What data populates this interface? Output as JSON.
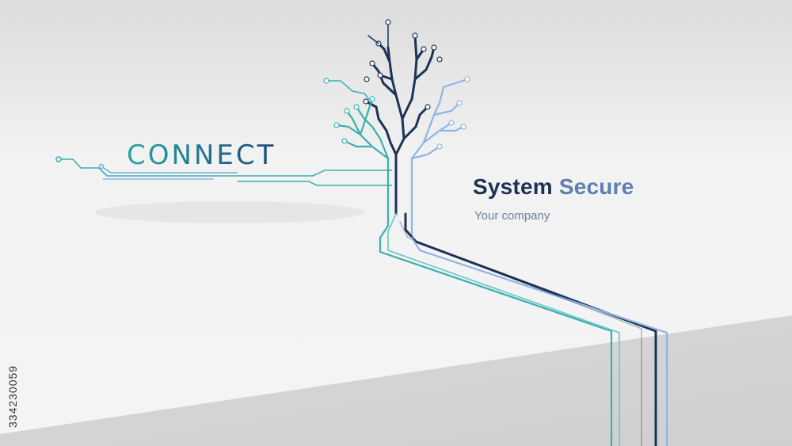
{
  "texts": {
    "connect": "CONNECT",
    "title_part1": "System",
    "title_part2": "Secure",
    "subtitle": "Your company",
    "watermark_id": "334230059"
  },
  "colors": {
    "background_top": "#e4e4e4",
    "background_wall": "#f2f2f2",
    "floor": "#d4d4d4",
    "navy": "#1c3256",
    "teal": "#3ab0b0",
    "light_blue": "#8fb4e8",
    "title_dark": "#1c3256",
    "title_light": "#5b7fb0"
  },
  "icons": [
    "circuit-tree",
    "circuit-lines"
  ]
}
